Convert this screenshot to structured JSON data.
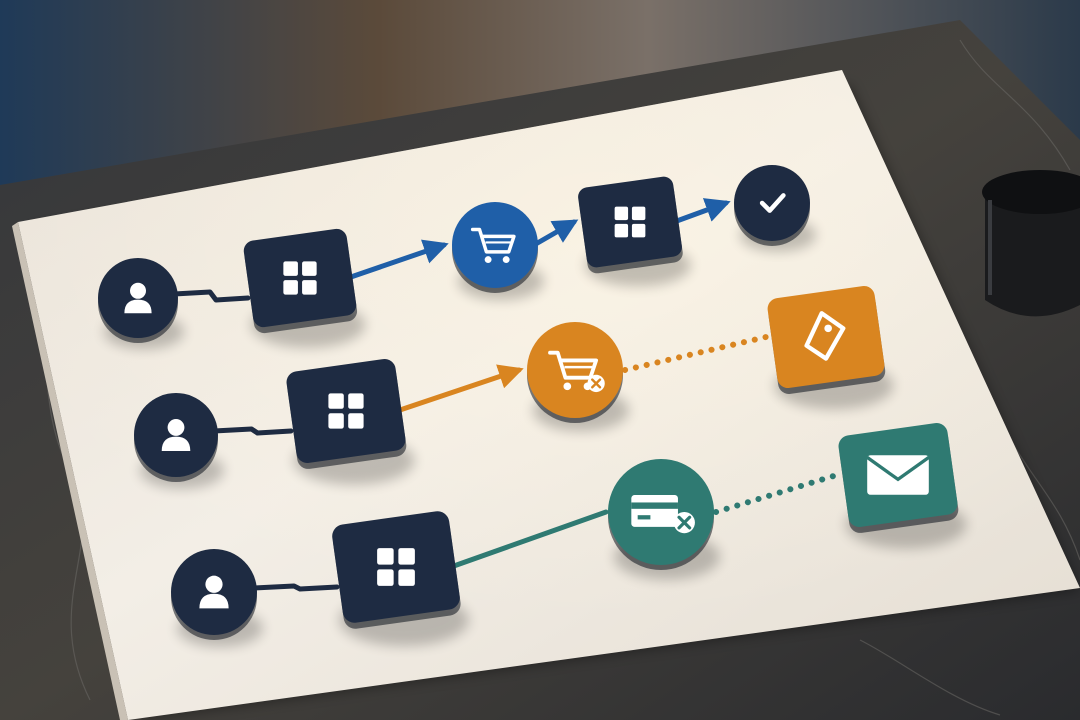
{
  "scene": {
    "subject": "journey-map-board",
    "colors": {
      "navy": "#1e2b42",
      "blue": "#1f5fa8",
      "orange": "#d98520",
      "teal": "#2f7a72",
      "board": "#ede6dc",
      "tabletop": "#3a3b3f",
      "background": "#2c4660"
    }
  },
  "rows": [
    {
      "id": "row-1",
      "accent": "blue",
      "outcome": "completed",
      "steps": [
        {
          "kind": "circle",
          "color": "navy",
          "icon": "user-icon"
        },
        {
          "kind": "square",
          "color": "navy",
          "icon": "grid-icon"
        },
        {
          "kind": "circle",
          "color": "blue",
          "icon": "cart-icon"
        },
        {
          "kind": "square",
          "color": "navy",
          "icon": "grid-icon"
        },
        {
          "kind": "circle",
          "color": "navy",
          "icon": "check-icon"
        }
      ],
      "links": [
        {
          "style": "elbow",
          "color": "navy"
        },
        {
          "style": "arrow",
          "color": "blue"
        },
        {
          "style": "arrow",
          "color": "blue"
        },
        {
          "style": "arrow",
          "color": "blue"
        }
      ]
    },
    {
      "id": "row-2",
      "accent": "orange",
      "outcome": "abandoned-cart",
      "steps": [
        {
          "kind": "circle",
          "color": "navy",
          "icon": "user-icon"
        },
        {
          "kind": "square",
          "color": "navy",
          "icon": "grid-icon"
        },
        {
          "kind": "circle",
          "color": "orange",
          "icon": "cart-remove-icon"
        },
        {
          "kind": "square",
          "color": "orange",
          "icon": "tag-icon"
        }
      ],
      "links": [
        {
          "style": "elbow",
          "color": "navy"
        },
        {
          "style": "arrow",
          "color": "orange"
        },
        {
          "style": "dotted",
          "color": "orange"
        }
      ]
    },
    {
      "id": "row-3",
      "accent": "teal",
      "outcome": "payment-failed",
      "steps": [
        {
          "kind": "circle",
          "color": "navy",
          "icon": "user-icon"
        },
        {
          "kind": "square",
          "color": "navy",
          "icon": "grid-icon"
        },
        {
          "kind": "circle",
          "color": "teal",
          "icon": "card-declined-icon"
        },
        {
          "kind": "square",
          "color": "teal",
          "icon": "mail-icon"
        }
      ],
      "links": [
        {
          "style": "elbow",
          "color": "navy"
        },
        {
          "style": "line",
          "color": "teal"
        },
        {
          "style": "dotted",
          "color": "teal"
        }
      ]
    }
  ],
  "props": [
    {
      "name": "coffee-mug",
      "color": "#1a1b1d"
    }
  ]
}
